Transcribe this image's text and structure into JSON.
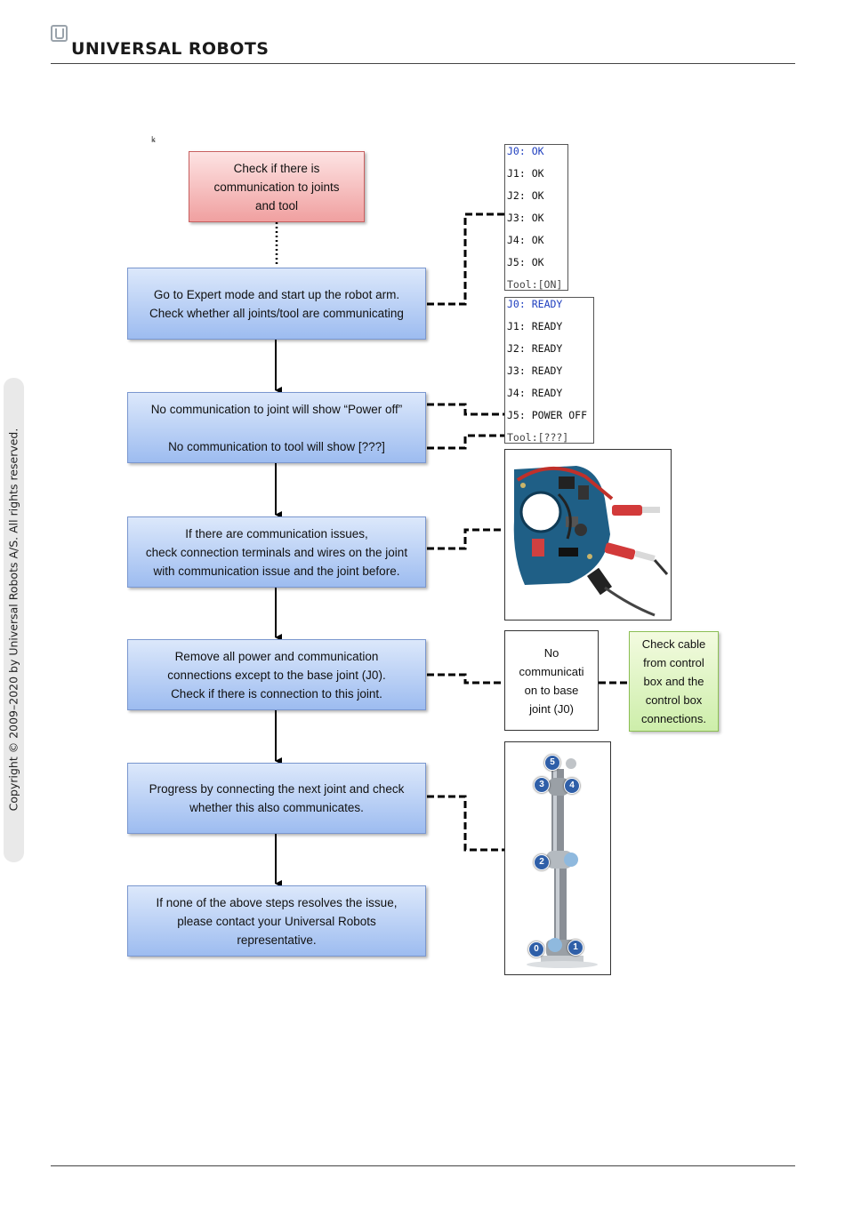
{
  "header": {
    "logo_text": "UNIVERSAL ROBOTS"
  },
  "sidebar": {
    "copyright": "Copyright © 2009–2020 by Universal Robots A/S. All rights reserved."
  },
  "flowchart": {
    "start": {
      "lines": [
        "Check if there is",
        "communication to joints",
        "and tool"
      ]
    },
    "steps": [
      {
        "lines": [
          "Go to Expert mode and start up the robot arm.",
          "Check whether all joints/tool are communicating"
        ]
      },
      {
        "lines": [
          "No communication to joint will show “Power off”",
          "",
          "No communication to tool will show [???]"
        ]
      },
      {
        "lines": [
          "If there are communication issues,",
          "check connection terminals and wires on the joint",
          "with communication issue and the joint before."
        ]
      },
      {
        "lines": [
          "Remove all power and communication",
          "connections except to the base joint (J0).",
          "Check if there is connection to this joint."
        ]
      },
      {
        "lines": [
          "Progress by connecting the next joint and check",
          "whether this also communicates."
        ]
      },
      {
        "lines": [
          "If none of the above steps resolves the issue,",
          "please contact your Universal Robots",
          "representative."
        ]
      }
    ],
    "no_comm_box": {
      "lines": [
        "No",
        "communicati",
        "on to base",
        "joint (J0)"
      ]
    },
    "check_cable_box": {
      "lines": [
        "Check cable",
        "from control",
        "box and the",
        "control box",
        "connections."
      ]
    }
  },
  "status_ok": {
    "lines": [
      {
        "label": "J0:",
        "value": "OK"
      },
      {
        "label": "J1:",
        "value": "OK"
      },
      {
        "label": "J2:",
        "value": "OK"
      },
      {
        "label": "J3:",
        "value": "OK"
      },
      {
        "label": "J4:",
        "value": "OK"
      },
      {
        "label": "J5:",
        "value": "OK"
      }
    ],
    "tool": "Tool:[ON]"
  },
  "status_fault": {
    "lines": [
      {
        "label": "J0:",
        "value": "READY"
      },
      {
        "label": "J1:",
        "value": "READY"
      },
      {
        "label": "J2:",
        "value": "READY"
      },
      {
        "label": "J3:",
        "value": "READY"
      },
      {
        "label": "J4:",
        "value": "READY"
      },
      {
        "label": "J5:",
        "value": "POWER OFF"
      }
    ],
    "tool": "Tool:[???]"
  },
  "robot_joint_labels": [
    "0",
    "1",
    "2",
    "3",
    "4",
    "5"
  ],
  "colors": {
    "highlight_text": "#1f3fbf",
    "connector_red": "#d23a3a",
    "board_blue": "#1f5f86",
    "badge_blue": "#2f5fa8"
  }
}
